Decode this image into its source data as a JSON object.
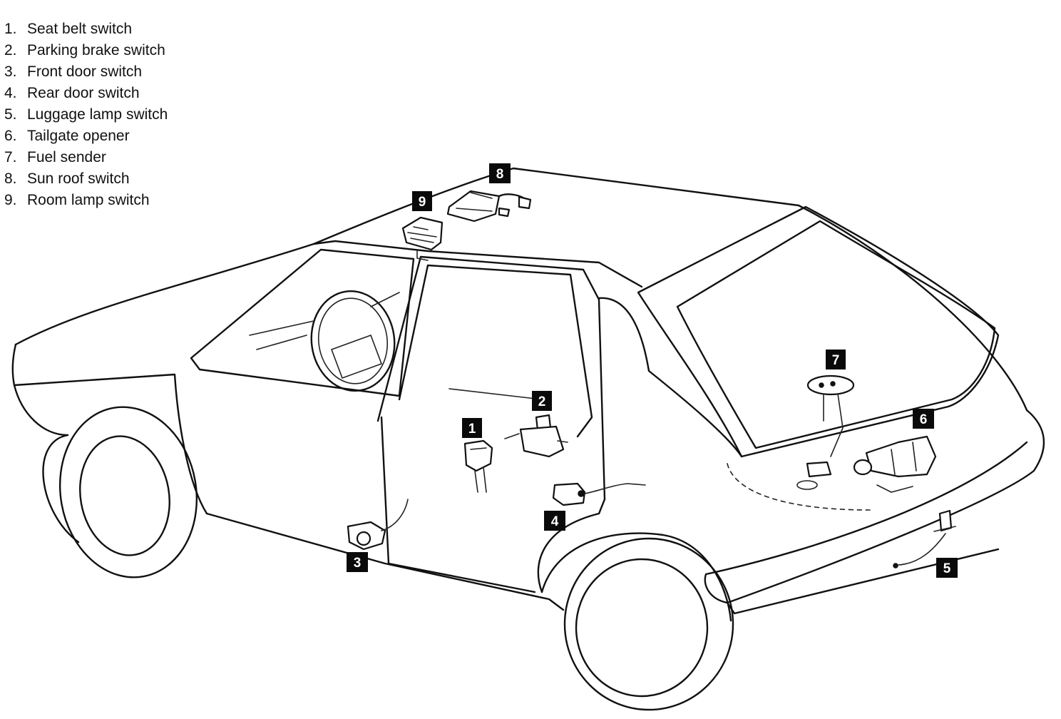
{
  "legend": [
    {
      "num": "1.",
      "label": "Seat belt switch"
    },
    {
      "num": "2.",
      "label": "Parking brake switch"
    },
    {
      "num": "3.",
      "label": "Front door switch"
    },
    {
      "num": "4.",
      "label": "Rear door switch"
    },
    {
      "num": "5.",
      "label": "Luggage lamp switch"
    },
    {
      "num": "6.",
      "label": "Tailgate opener"
    },
    {
      "num": "7.",
      "label": "Fuel sender"
    },
    {
      "num": "8.",
      "label": "Sun roof switch"
    },
    {
      "num": "9.",
      "label": "Room lamp switch"
    }
  ],
  "callouts": [
    "1",
    "2",
    "3",
    "4",
    "5",
    "6",
    "7",
    "8",
    "9"
  ]
}
